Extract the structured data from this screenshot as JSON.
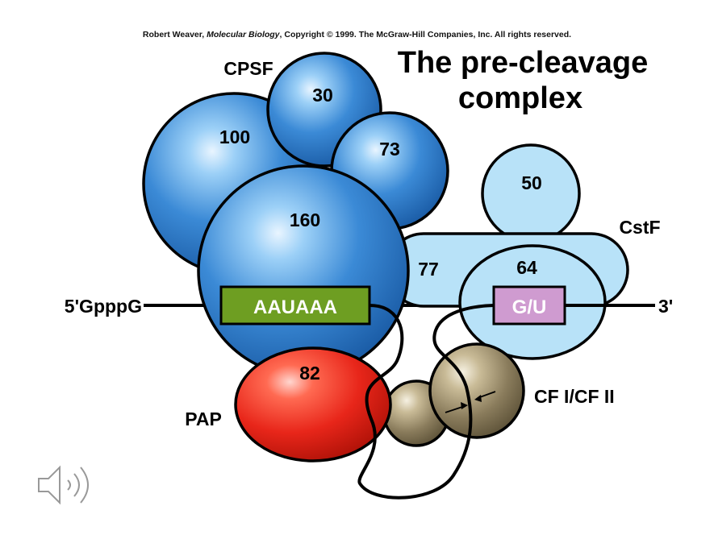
{
  "copyright": {
    "author": "Robert Weaver, ",
    "book": "Molecular Biology",
    "rest": ", Copyright © 1999.  The McGraw-Hill Companies, Inc.  All rights reserved."
  },
  "title": {
    "line1": "The pre-cleavage",
    "line2": "complex"
  },
  "labels": {
    "cpsf": "CPSF",
    "cstf": "CstF",
    "pap": "PAP",
    "cf": "CF I/CF II",
    "five_prime": "5'GpppG",
    "three_prime": "3'"
  },
  "subunits": {
    "s30": "30",
    "s100": "100",
    "s73": "73",
    "s160": "160",
    "s50": "50",
    "s77": "77",
    "s64": "64",
    "s82": "82"
  },
  "boxes": {
    "aauaaa": "AAUAAA",
    "gu": "G/U"
  },
  "colors": {
    "cpsf_blue": "#2f7fd0",
    "cstf_light_blue": "#b8e2f8",
    "pap_red": "#e8261a",
    "cf_brown": "#8a7c5c",
    "aauaaa_green": "#6e9e22",
    "gu_purple": "#cf9bd0"
  },
  "icons": {
    "speaker": "speaker-icon"
  }
}
